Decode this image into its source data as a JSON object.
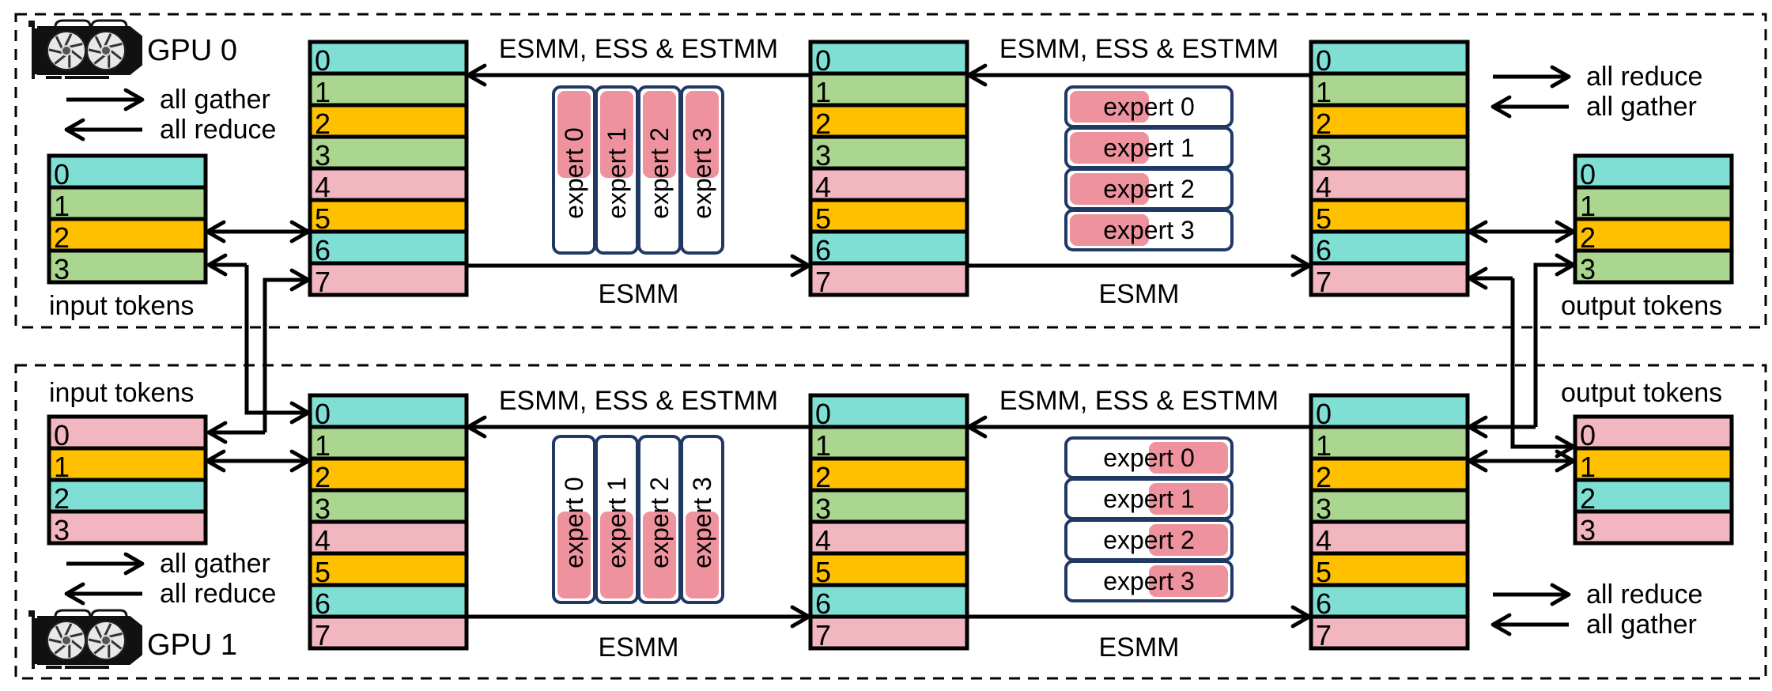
{
  "colors": {
    "teal": "#80dfd5",
    "green": "#aad68f",
    "gold": "#ffc000",
    "pink": "#f2b6c0",
    "expert_highlight": "#ee929e",
    "expert_border": "#1f3864"
  },
  "gpus": [
    {
      "name": "GPU 0",
      "icon": "gpu-card-icon",
      "legend_left": [
        {
          "dir": "right",
          "label": "all gather"
        },
        {
          "dir": "left",
          "label": "all reduce"
        }
      ],
      "legend_right": [
        {
          "dir": "right",
          "label": "all reduce"
        },
        {
          "dir": "left",
          "label": "all gather"
        }
      ],
      "input_tokens": {
        "label": "input tokens",
        "rows": [
          {
            "n": "0",
            "c": "teal"
          },
          {
            "n": "1",
            "c": "green"
          },
          {
            "n": "2",
            "c": "gold"
          },
          {
            "n": "3",
            "c": "green"
          }
        ]
      },
      "output_tokens": {
        "label": "output tokens",
        "rows": [
          {
            "n": "0",
            "c": "teal"
          },
          {
            "n": "1",
            "c": "green"
          },
          {
            "n": "2",
            "c": "gold"
          },
          {
            "n": "3",
            "c": "green"
          }
        ]
      },
      "stages": [
        {
          "rows": [
            {
              "n": "0",
              "c": "teal"
            },
            {
              "n": "1",
              "c": "green"
            },
            {
              "n": "2",
              "c": "gold"
            },
            {
              "n": "3",
              "c": "green"
            },
            {
              "n": "4",
              "c": "pink"
            },
            {
              "n": "5",
              "c": "gold"
            },
            {
              "n": "6",
              "c": "teal"
            },
            {
              "n": "7",
              "c": "pink"
            }
          ]
        },
        {
          "rows": [
            {
              "n": "0",
              "c": "teal"
            },
            {
              "n": "1",
              "c": "green"
            },
            {
              "n": "2",
              "c": "gold"
            },
            {
              "n": "3",
              "c": "green"
            },
            {
              "n": "4",
              "c": "pink"
            },
            {
              "n": "5",
              "c": "gold"
            },
            {
              "n": "6",
              "c": "teal"
            },
            {
              "n": "7",
              "c": "pink"
            }
          ]
        },
        {
          "rows": [
            {
              "n": "0",
              "c": "teal"
            },
            {
              "n": "1",
              "c": "green"
            },
            {
              "n": "2",
              "c": "gold"
            },
            {
              "n": "3",
              "c": "green"
            },
            {
              "n": "4",
              "c": "pink"
            },
            {
              "n": "5",
              "c": "gold"
            },
            {
              "n": "6",
              "c": "teal"
            },
            {
              "n": "7",
              "c": "pink"
            }
          ]
        }
      ],
      "backward_labels": [
        "ESMM, ESS & ESTMM",
        "ESMM, ESS & ESTMM"
      ],
      "forward_labels": [
        "ESMM",
        "ESMM"
      ],
      "experts_vertical": {
        "labels": [
          "expert 0",
          "expert 1",
          "expert 2",
          "expert 3"
        ],
        "highlight": "top-half"
      },
      "experts_horizontal": {
        "labels": [
          "expert 0",
          "expert 1",
          "expert 2",
          "expert 3"
        ],
        "highlight": "left-half"
      }
    },
    {
      "name": "GPU 1",
      "icon": "gpu-card-icon",
      "legend_left": [
        {
          "dir": "right",
          "label": "all gather"
        },
        {
          "dir": "left",
          "label": "all reduce"
        }
      ],
      "legend_right": [
        {
          "dir": "right",
          "label": "all reduce"
        },
        {
          "dir": "left",
          "label": "all gather"
        }
      ],
      "input_tokens": {
        "label": "input tokens",
        "rows": [
          {
            "n": "0",
            "c": "pink"
          },
          {
            "n": "1",
            "c": "gold"
          },
          {
            "n": "2",
            "c": "teal"
          },
          {
            "n": "3",
            "c": "pink"
          }
        ]
      },
      "output_tokens": {
        "label": "output tokens",
        "rows": [
          {
            "n": "0",
            "c": "pink"
          },
          {
            "n": "1",
            "c": "gold"
          },
          {
            "n": "2",
            "c": "teal"
          },
          {
            "n": "3",
            "c": "pink"
          }
        ]
      },
      "stages": [
        {
          "rows": [
            {
              "n": "0",
              "c": "teal"
            },
            {
              "n": "1",
              "c": "green"
            },
            {
              "n": "2",
              "c": "gold"
            },
            {
              "n": "3",
              "c": "green"
            },
            {
              "n": "4",
              "c": "pink"
            },
            {
              "n": "5",
              "c": "gold"
            },
            {
              "n": "6",
              "c": "teal"
            },
            {
              "n": "7",
              "c": "pink"
            }
          ]
        },
        {
          "rows": [
            {
              "n": "0",
              "c": "teal"
            },
            {
              "n": "1",
              "c": "green"
            },
            {
              "n": "2",
              "c": "gold"
            },
            {
              "n": "3",
              "c": "green"
            },
            {
              "n": "4",
              "c": "pink"
            },
            {
              "n": "5",
              "c": "gold"
            },
            {
              "n": "6",
              "c": "teal"
            },
            {
              "n": "7",
              "c": "pink"
            }
          ]
        },
        {
          "rows": [
            {
              "n": "0",
              "c": "teal"
            },
            {
              "n": "1",
              "c": "green"
            },
            {
              "n": "2",
              "c": "gold"
            },
            {
              "n": "3",
              "c": "green"
            },
            {
              "n": "4",
              "c": "pink"
            },
            {
              "n": "5",
              "c": "gold"
            },
            {
              "n": "6",
              "c": "teal"
            },
            {
              "n": "7",
              "c": "pink"
            }
          ]
        }
      ],
      "backward_labels": [
        "ESMM, ESS & ESTMM",
        "ESMM, ESS & ESTMM"
      ],
      "forward_labels": [
        "ESMM",
        "ESMM"
      ],
      "experts_vertical": {
        "labels": [
          "expert 0",
          "expert 1",
          "expert 2",
          "expert 3"
        ],
        "highlight": "bottom-half"
      },
      "experts_horizontal": {
        "labels": [
          "expert 0",
          "expert 1",
          "expert 2",
          "expert 3"
        ],
        "highlight": "right-half"
      }
    }
  ]
}
